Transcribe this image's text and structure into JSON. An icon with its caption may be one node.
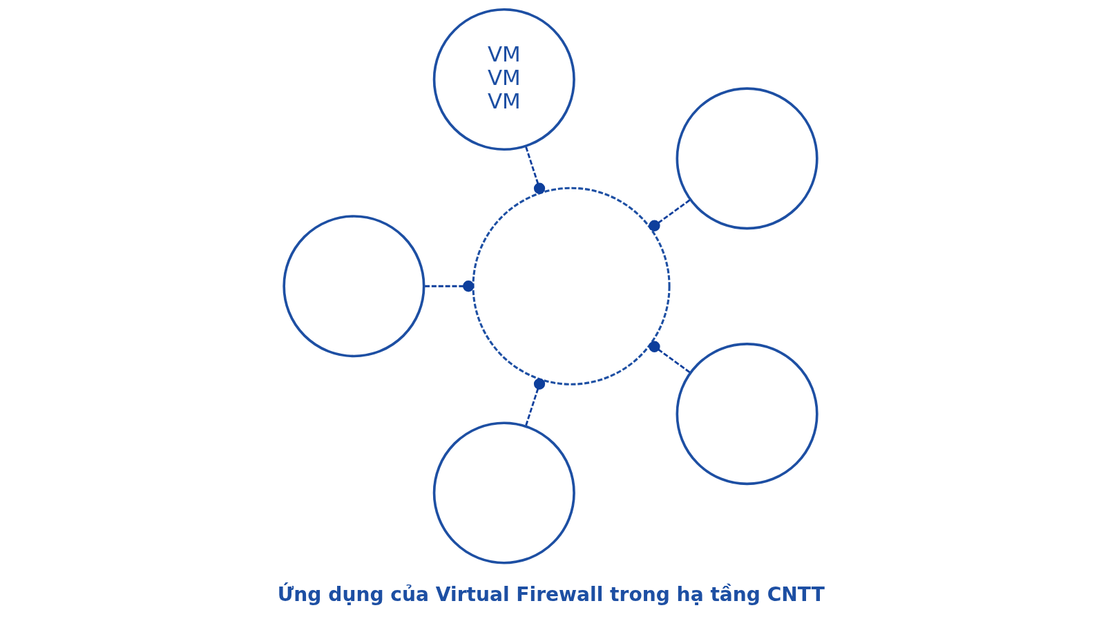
{
  "diagram": {
    "caption": "Ứng dụng của Virtual Firewall trong hạ tầng CNTT",
    "nodes": [
      {
        "text": [
          "VM",
          "VM",
          "VM"
        ]
      },
      {
        "text": [],
        "shape": "circle"
      },
      {
        "text": [],
        "shape": "circle"
      },
      {
        "text": [],
        "shape": "circle"
      },
      {
        "text": [],
        "shape": "circle"
      },
      {
        "text": [],
        "shape": "circle"
      }
    ],
    "edges": [
      {
        "from": 2,
        "to": 0,
        "arrow": "other",
        "style": "dashed"
      },
      {
        "from": 2,
        "to": 1,
        "arrow": "other",
        "style": "dashed"
      },
      {
        "from": 2,
        "to": 3,
        "arrow": "other",
        "style": "dashed"
      },
      {
        "from": 2,
        "to": 4,
        "arrow": "other",
        "style": "dashed"
      },
      {
        "from": 2,
        "to": 5,
        "arrow": "other",
        "style": "dashed"
      }
    ]
  }
}
